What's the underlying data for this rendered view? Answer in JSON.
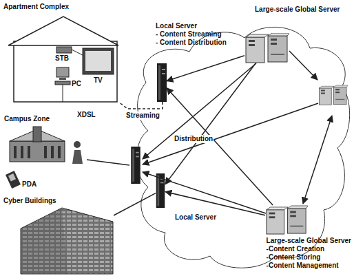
{
  "diagram": {
    "nodes": [
      {
        "text": [
          "Apartment Complex"
        ]
      },
      {
        "text": [
          "Local Server",
          "- Content Streaming",
          "- Content Distribution"
        ]
      },
      {
        "text": [
          "Large-scale Global Server"
        ]
      },
      {
        "text": [
          "Campus Zone"
        ]
      },
      {
        "text": [
          "Cyber Buildings"
        ]
      },
      {
        "text": [
          "Local Server"
        ]
      },
      {
        "text": [
          "Large-scale Global Server",
          "-Content Creation",
          "-Content Storing",
          "-Content Management"
        ]
      }
    ],
    "edges": [
      {
        "from": 2,
        "to": 1,
        "arrow": "to"
      },
      {
        "from": 2,
        "to": 5,
        "arrow": "to"
      },
      {
        "from": 6,
        "to": 1,
        "arrow": "to"
      },
      {
        "from": 6,
        "to": 5,
        "arrow": "to"
      },
      {
        "from": 1,
        "to": 0,
        "label": "Streaming",
        "arrow": "none"
      },
      {
        "from": 5,
        "to": 4,
        "arrow": "none"
      }
    ],
    "labels": [
      "STB",
      "TV",
      "PC",
      "XDSL",
      "PDA",
      "Distribution"
    ]
  }
}
